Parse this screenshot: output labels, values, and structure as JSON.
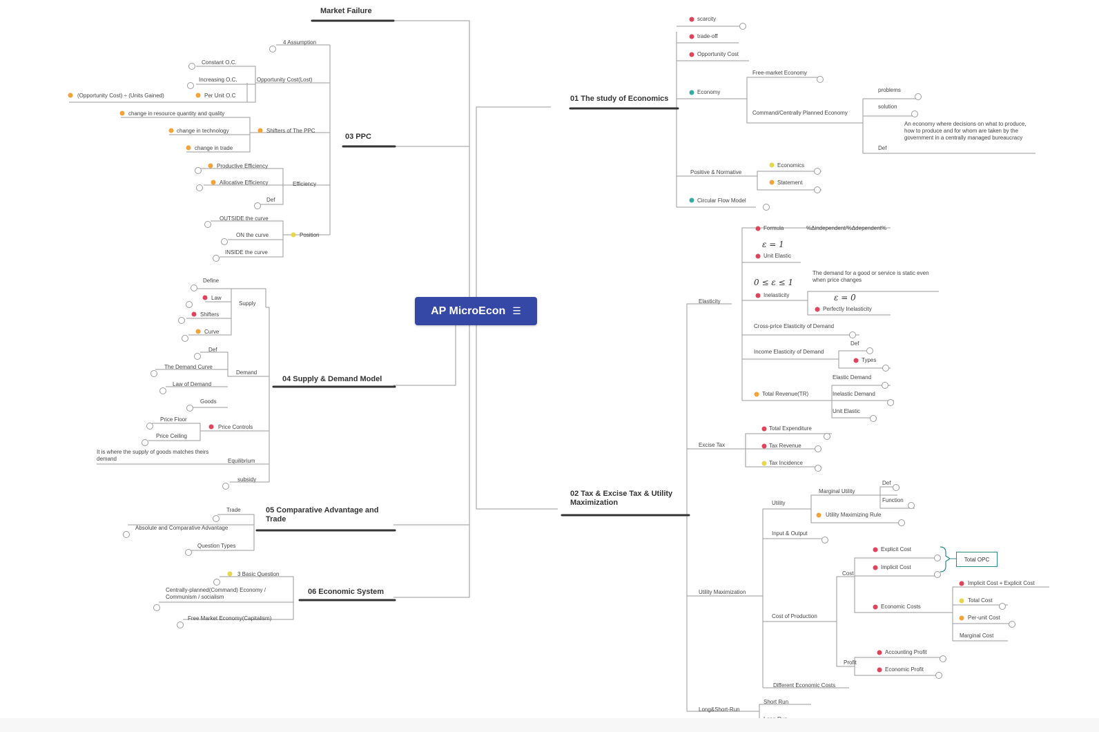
{
  "root": {
    "label": "AP MicroEcon"
  },
  "colors": {
    "root_fill": "#3548a6",
    "line": "#9a9a9a",
    "branch_line": "#333333",
    "marker_red": "#e0445a",
    "marker_orange": "#f2a33a",
    "marker_yellow": "#e7d54a",
    "marker_teal": "#3aa99f",
    "callout_border": "#2a8a86"
  },
  "branches": {
    "market_failure": "Market Failure",
    "study": "01 The study of Economics",
    "tax": "02 Tax & Excise Tax & Utility Maximization",
    "ppc": "03 PPC",
    "supply_demand": "04 Supply & Demand Model",
    "comparative": "05 Comparative Advantage and Trade",
    "system": "06 Economic System"
  },
  "study": {
    "scarcity": "scarcity",
    "tradeoff": "trade-off",
    "opp_cost": "Opportunity Cost",
    "economy": "Economy",
    "free_market": "Free-market Economy",
    "command": "Command/Centrally Planned Economy",
    "problems": "problems",
    "solution": "solution",
    "def": "Def",
    "def_text": "An economy where decisions on what to produce, how to produce and for whom are taken by the government in a centrally managed bureaucracy",
    "positive": "Positive & Normative",
    "economics": "Economics",
    "statement": "Statement",
    "circular": "Circular Flow Model"
  },
  "elasticity": {
    "label": "Elasticity",
    "formula": "Formula",
    "formula_text": "%Δindependent/%Δdependent%",
    "e_eq_1": "ε = 1",
    "unit_elastic": "Unit Elastic",
    "range": "0 ≤ ε ≤ 1",
    "inelasticity": "Inelasticity",
    "inelastic_text": "The demand for a good or service is static even when price changes",
    "e_zero": "ε = 0",
    "perfectly": "Perfectly Inelasticity",
    "cross": "Cross-price Elasticity of Demand",
    "income": "Income Elasticity of Demand",
    "def": "Def",
    "types": "Types",
    "total_rev": "Total Revenue(TR)",
    "elastic_demand": "Elastic Demand",
    "inelastic_demand": "Inelastic Demand",
    "unit_elastic2": "Unit Elastic"
  },
  "excise": {
    "label": "Excise Tax",
    "total_exp": "Total Expenditure",
    "tax_rev": "Tax Revenue",
    "tax_inc": "Tax Incidence"
  },
  "utility": {
    "label": "Utility Maximization",
    "utility": "Utility",
    "marginal": "Marginal Utility",
    "def": "Def",
    "function": "Function",
    "rule": "Utility Maximizing Rule",
    "input_output": "Input & Output",
    "cost_prod": "Cost of Production",
    "cost": "Cost",
    "explicit": "Explicit Cost",
    "implicit": "Implicit Cost",
    "total_opc": "Total OPC",
    "economic_costs": "Economic Costs",
    "impl_plus_expl": "Implicit Cost + Explicit Cost",
    "total_cost": "Total Cost",
    "per_unit": "Per-unit Cost",
    "marginal_cost": "Marginal Cost",
    "profit": "Profit",
    "acct_profit": "Accounting Profit",
    "econ_profit": "Economic Profit",
    "diff_costs": "Different Economic Costs",
    "long_short": "Long&Short-Run",
    "short_run": "Short Run",
    "long_run": "Long Run"
  },
  "ppc": {
    "assumption": "4 Assumption",
    "opp_cost": "Opportunity Cost(Lost)",
    "constant": "Constant O.C.",
    "increasing": "Increasing O.C.",
    "per_unit": "Per Unit O.C",
    "formula": "(Opportunity Cost) ÷ (Units Gained)",
    "shifters": "Shifters of The PPC",
    "change_resource": "change in resource quantity and quality",
    "change_tech": "change in technology",
    "change_trade": "change in trade",
    "efficiency": "Efficiency",
    "productive": "Productive Efficiency",
    "allocative": "Allocative Efficiency",
    "def": "Def",
    "position": "Position",
    "outside": "OUTSIDE the curve",
    "on": "ON the curve",
    "inside": "INSIDE the curve"
  },
  "sd": {
    "supply": "Supply",
    "define": "Define",
    "law": "Law",
    "shifters": "Shifters",
    "curve": "Curve",
    "demand": "Demand",
    "def": "Def",
    "demand_curve": "The Demand Curve",
    "law_demand": "Law of Demand",
    "goods": "Goods",
    "price_controls": "Price Controls",
    "price_floor": "Price Floor",
    "price_ceiling": "Price Ceiling",
    "equilibrium": "Equilibrium",
    "eq_text": "It is where the supply of goods matches theirs demand",
    "subsidy": "subsidy"
  },
  "comp": {
    "trade": "Trade",
    "absolute": "Absolute and Comparative Advantage",
    "question": "Question Types"
  },
  "system": {
    "basic": "3 Basic Question",
    "centrally": "Centrally-planned(Command) Economy / Communism / socialism",
    "free": "Free Market Economy(Capitalism)"
  }
}
